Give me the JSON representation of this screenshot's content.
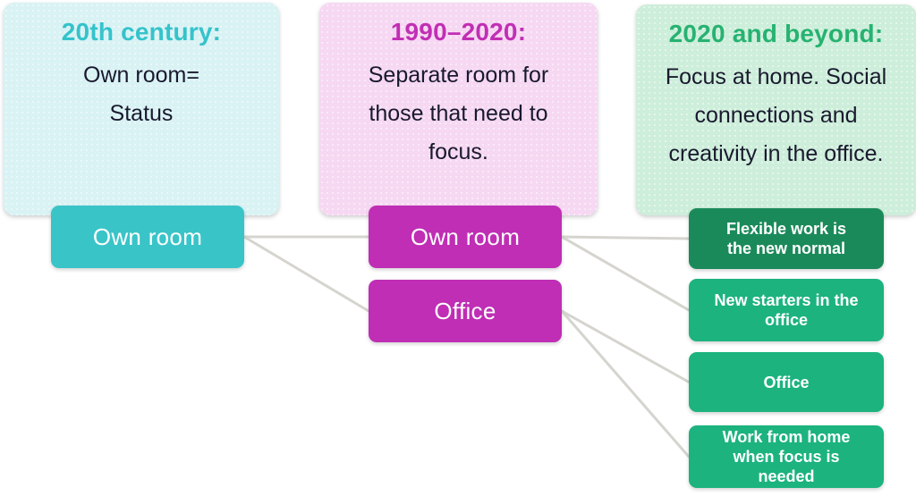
{
  "canvas": {
    "bg": "#ffffff",
    "connector_color": "#d5d4cf",
    "body_text_color": "#19192e"
  },
  "columns": [
    {
      "card": {
        "title": "20th century:",
        "title_color": "#35c3cb",
        "bg": "#d9f2f4",
        "lines": [
          "Own room=",
          "Status"
        ]
      },
      "nodes": [
        {
          "id": "own-room-20th",
          "label": "Own room",
          "bg": "#39c4c8"
        }
      ]
    },
    {
      "card": {
        "title": "1990–2020:",
        "title_color": "#c12fb4",
        "bg": "#f6d8f2",
        "lines": [
          "Separate room for",
          "those that need to",
          "focus."
        ]
      },
      "nodes": [
        {
          "id": "own-room-1990",
          "label": "Own room",
          "bg": "#bf2eb4"
        },
        {
          "id": "office-1990",
          "label": "Office",
          "bg": "#bf2eb4"
        }
      ]
    },
    {
      "card": {
        "title": "2020 and beyond:",
        "title_color": "#27b271",
        "bg": "#cdeeda",
        "lines": [
          "Focus at home. Social",
          "connections and",
          "creativity in the office."
        ]
      },
      "nodes": [
        {
          "id": "flexible-work",
          "label": "Flexible work is the new normal",
          "bg": "#1b8a5a"
        },
        {
          "id": "new-starters",
          "label": "New starters in the office",
          "bg": "#1cb37e"
        },
        {
          "id": "office-2020",
          "label": "Office",
          "bg": "#1cb37e"
        },
        {
          "id": "wfh-2020",
          "label": "Work from home when focus is needed",
          "bg": "#1cb37e"
        }
      ]
    }
  ],
  "edges": [
    {
      "from": "own-room-20th",
      "to": "own-room-1990"
    },
    {
      "from": "own-room-20th",
      "to": "office-1990"
    },
    {
      "from": "own-room-1990",
      "to": "flexible-work"
    },
    {
      "from": "own-room-1990",
      "to": "new-starters"
    },
    {
      "from": "office-1990",
      "to": "office-2020"
    },
    {
      "from": "office-1990",
      "to": "wfh-2020"
    }
  ]
}
